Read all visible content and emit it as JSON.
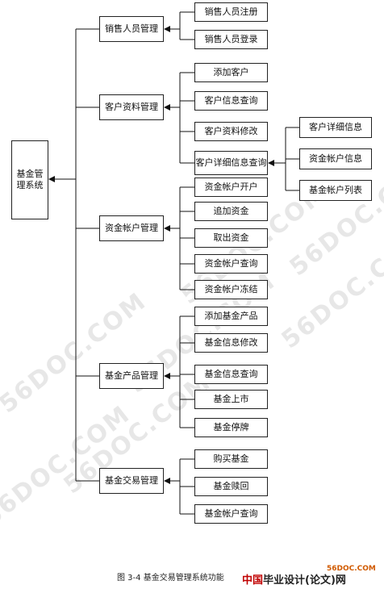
{
  "root": "基金管理系统",
  "groups": [
    {
      "label": "销售人员管理",
      "items": [
        "销售人员注册",
        "销售人员登录"
      ]
    },
    {
      "label": "客户资料管理",
      "items": [
        "添加客户",
        "客户信息查询",
        "客户资料修改",
        "客户详细信息查询"
      ]
    },
    {
      "label": "资金帐户管理",
      "items": [
        "资金帐户开户",
        "追加资金",
        "取出资金",
        "资金帐户查询",
        "资金帐户冻结"
      ]
    },
    {
      "label": "基金产品管理",
      "items": [
        "添加基金产品",
        "基金信息修改",
        "基金信息查询",
        "基金上市",
        "基金停牌"
      ]
    },
    {
      "label": "基金交易管理",
      "items": [
        "购买基金",
        "基金赎回",
        "基金帐户查询"
      ]
    }
  ],
  "detail": {
    "items": [
      "客户详细信息",
      "资金帐户信息",
      "基金帐户列表"
    ]
  },
  "caption": "图 3-4 基金交易管理系统功能",
  "watermark": "56DOC.COM",
  "footer": {
    "site": "56DOC.COM",
    "brand_part1": "中国",
    "brand_part2": "毕业设计(论文)网"
  }
}
